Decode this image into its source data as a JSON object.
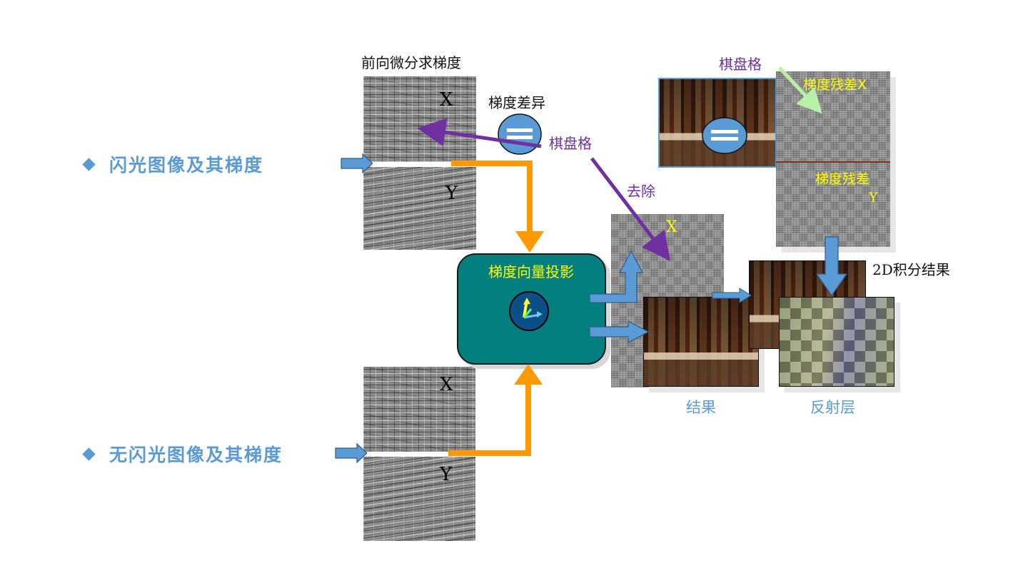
{
  "bullets": {
    "flash": "闪光图像及其梯度",
    "noflash": "无闪光图像及其梯度"
  },
  "labels": {
    "forward_diff": "前向微分求梯度",
    "grad_diff": "梯度差异",
    "checker_1": "棋盘格",
    "remove": "去除",
    "checker_2": "棋盘格",
    "projection": "梯度向量投影",
    "integration": "2D积分结果",
    "result_caption": "结果",
    "reflection_caption": "反射层",
    "residual_x": "梯度残差X",
    "residual_y_line1": "梯度残差",
    "residual_y_line2": "Y"
  },
  "axes": {
    "x": "X",
    "y": "Y"
  },
  "colors": {
    "bullet": "#5b9bd5",
    "orange_arrow": "#ff9900",
    "purple": "#7030a0",
    "teal_box": "#037f7f",
    "blue_arrow": "#5b9bd5",
    "highlight_yellow": "#ffff00",
    "light_green_arrow": "#b8f0a8"
  },
  "icons": {
    "equals_circle": "equals-circle-icon",
    "vector_projection": "vector-projection-icon"
  }
}
